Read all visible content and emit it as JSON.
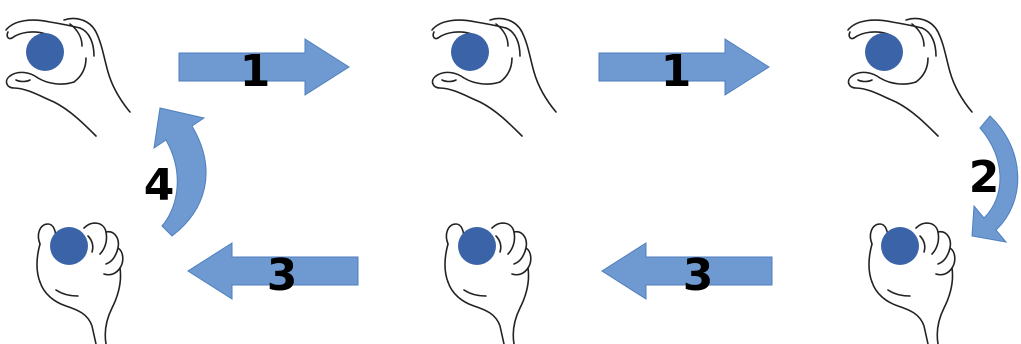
{
  "colors": {
    "ball": "#3b64a8",
    "arrow_fill": "#6f9ad1",
    "arrow_stroke": "#4f7fbe",
    "outline": "#222222",
    "label": "#000000"
  },
  "figure": {
    "hands": [
      {
        "name": "hand-pinch-top-left",
        "pose": "pinch"
      },
      {
        "name": "hand-pinch-top-middle",
        "pose": "pinch"
      },
      {
        "name": "hand-pinch-top-right",
        "pose": "pinch"
      },
      {
        "name": "hand-grip-bottom-right",
        "pose": "grip"
      },
      {
        "name": "hand-grip-bottom-middle",
        "pose": "grip"
      },
      {
        "name": "hand-grip-bottom-left",
        "pose": "grip"
      }
    ],
    "arrows": [
      {
        "name": "step-1-arrow-a",
        "type": "straight-right",
        "label": "1"
      },
      {
        "name": "step-1-arrow-b",
        "type": "straight-right",
        "label": "1"
      },
      {
        "name": "step-2-arrow",
        "type": "curved-down",
        "label": "2"
      },
      {
        "name": "step-3-arrow-a",
        "type": "straight-left",
        "label": "3"
      },
      {
        "name": "step-3-arrow-b",
        "type": "straight-left",
        "label": "3"
      },
      {
        "name": "step-4-arrow",
        "type": "curved-up",
        "label": "4"
      }
    ]
  }
}
